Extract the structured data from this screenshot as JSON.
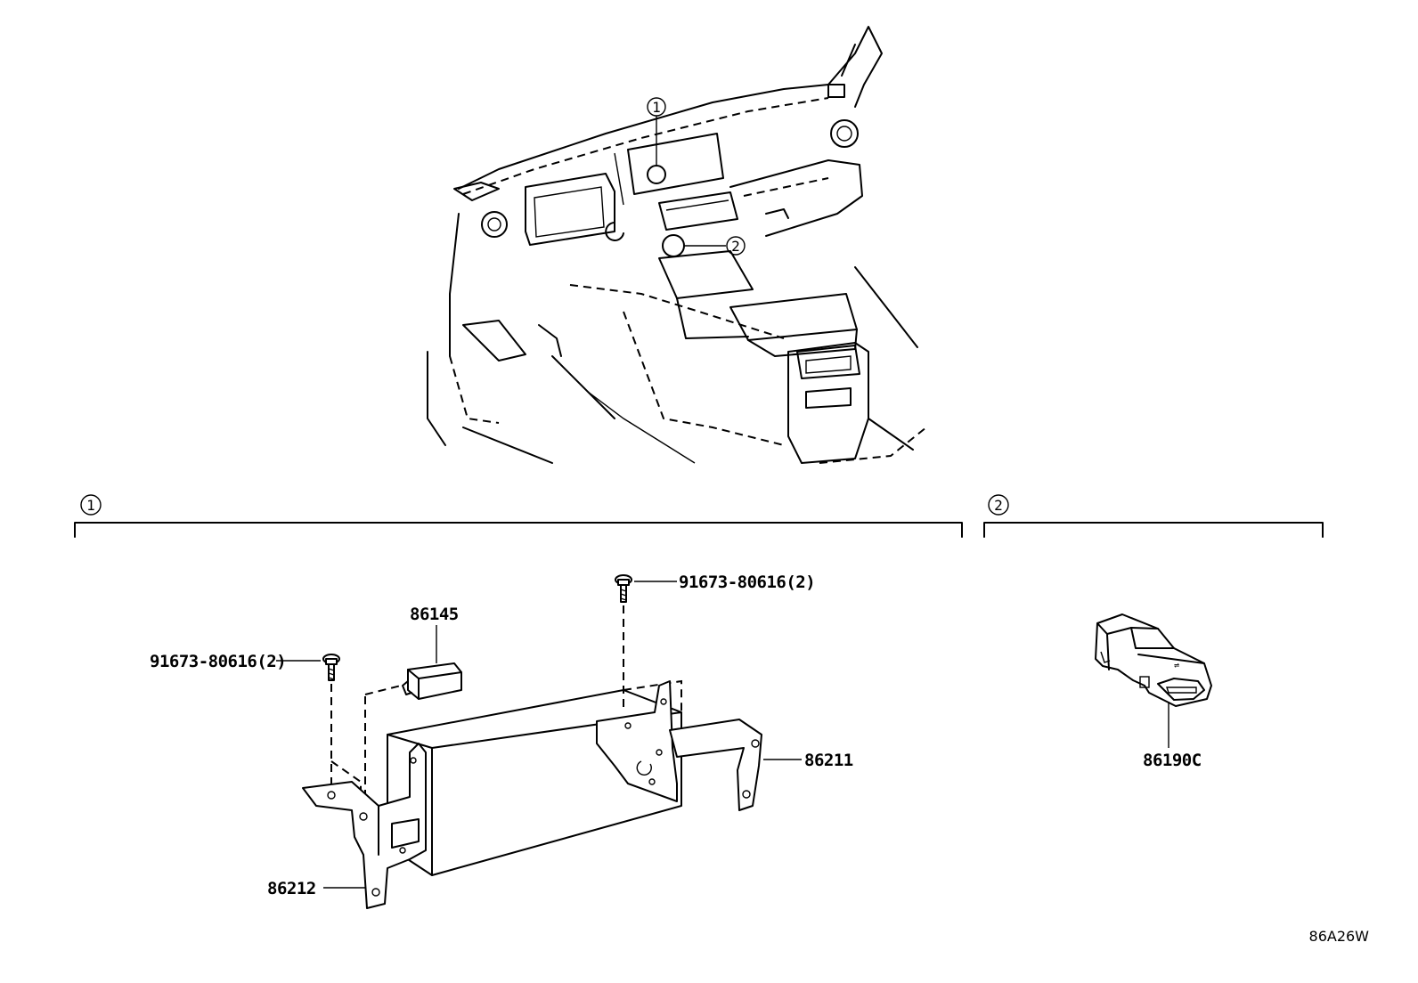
{
  "diagram": {
    "reference_code": "86A26W",
    "location_callouts": [
      {
        "number": "1"
      },
      {
        "number": "2"
      }
    ],
    "sections": [
      {
        "callout": "1"
      },
      {
        "callout": "2"
      }
    ],
    "parts": {
      "bolt_right": "91673-80616(2)",
      "bolt_left": "91673-80616(2)",
      "module": "86145",
      "bracket_right": "86211",
      "bracket_left": "86212",
      "usb_unit": "86190C"
    }
  }
}
